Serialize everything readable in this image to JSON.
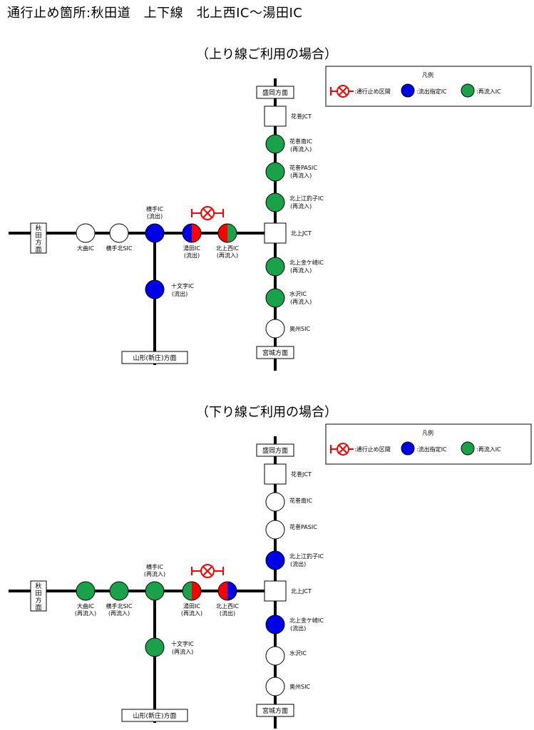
{
  "page_title": "通行止め箇所:秋田道　上下線　北上西IC〜湯田IC",
  "colors": {
    "line": "#000000",
    "blue": "#0000e6",
    "green": "#1aa24a",
    "red": "#ff0000",
    "white": "#ffffff"
  },
  "panels": [
    {
      "id": "up",
      "title": "（上り線ご利用の場合）",
      "legend": {
        "title": "凡例",
        "closure_label": ":通行止め区間",
        "blue_label": ":流出指定IC",
        "green_label": ":再流入IC"
      },
      "directions": {
        "akita": [
          "秋",
          "田",
          "方",
          "面"
        ],
        "morioka": "盛岡方面",
        "miyagi": "宮城方面",
        "yamagata": "山形(新庄)方面"
      },
      "nodes": {
        "hanamaki_jct": {
          "label": "花巻JCT",
          "kind": "square"
        },
        "hanamaki_minami": {
          "label": "花巻南IC",
          "sub": "(再流入)",
          "kind": "green"
        },
        "hanamaki_pa": {
          "label": "花巻PASIC",
          "sub": "(再流入)",
          "kind": "green"
        },
        "kitakami_ezuriko": {
          "label": "北上江釣子IC",
          "sub": "(再流入)",
          "kind": "green"
        },
        "kitakami_jct": {
          "label": "北上JCT",
          "kind": "square"
        },
        "kitakami_kanegasaki": {
          "label": "北上金ケ崎IC",
          "sub": "(再流入)",
          "kind": "green"
        },
        "mizusawa": {
          "label": "水沢IC",
          "sub": "(再流入)",
          "kind": "green"
        },
        "oshu": {
          "label": "奥州SIC",
          "kind": "white"
        },
        "omagari": {
          "label": "大曲IC",
          "kind": "white"
        },
        "yokote_kita": {
          "label": "横手北SIC",
          "kind": "white"
        },
        "yokote": {
          "label": "横手IC",
          "sub": "(流出)",
          "kind": "blue"
        },
        "jumonji": {
          "label": "十文字IC",
          "sub": "(流出)",
          "kind": "blue"
        },
        "yuda": {
          "label": "湯田IC",
          "sub": "(流出)",
          "kind": "blue-red"
        },
        "kitakami_nishi": {
          "label": "北上西IC",
          "sub": "(再流入)",
          "kind": "red-green"
        }
      }
    },
    {
      "id": "down",
      "title": "（下り線ご利用の場合）",
      "legend": {
        "title": "凡例",
        "closure_label": ":通行止め区間",
        "blue_label": ":流出指定IC",
        "green_label": ":再流入IC"
      },
      "directions": {
        "akita": [
          "秋",
          "田",
          "方",
          "面"
        ],
        "morioka": "盛岡方面",
        "miyagi": "宮城方面",
        "yamagata": "山形(新庄)方面"
      },
      "nodes": {
        "hanamaki_jct": {
          "label": "花巻JCT",
          "kind": "square"
        },
        "hanamaki_minami": {
          "label": "花巻南IC",
          "kind": "white"
        },
        "hanamaki_pa": {
          "label": "花巻PASIC",
          "kind": "white"
        },
        "kitakami_ezuriko": {
          "label": "北上江釣子IC",
          "sub": "(流出)",
          "kind": "blue"
        },
        "kitakami_jct": {
          "label": "北上JCT",
          "kind": "square"
        },
        "kitakami_kanegasaki": {
          "label": "北上金ケ崎IC",
          "sub": "(流出)",
          "kind": "blue"
        },
        "mizusawa": {
          "label": "水沢IC",
          "kind": "white"
        },
        "oshu": {
          "label": "奥州SIC",
          "kind": "white"
        },
        "omagari": {
          "label": "大曲IC",
          "sub": "(再流入)",
          "kind": "green"
        },
        "yokote_kita": {
          "label": "横手北SIC",
          "sub": "(再流入)",
          "kind": "green"
        },
        "yokote": {
          "label": "横手IC",
          "sub": "(再流入)",
          "kind": "green"
        },
        "jumonji": {
          "label": "十文字IC",
          "sub": "(再流入)",
          "kind": "green"
        },
        "yuda": {
          "label": "湯田IC",
          "sub": "(再流入)",
          "kind": "green-red"
        },
        "kitakami_nishi": {
          "label": "北上西IC",
          "sub": "(流出)",
          "kind": "red-blue"
        }
      }
    }
  ]
}
